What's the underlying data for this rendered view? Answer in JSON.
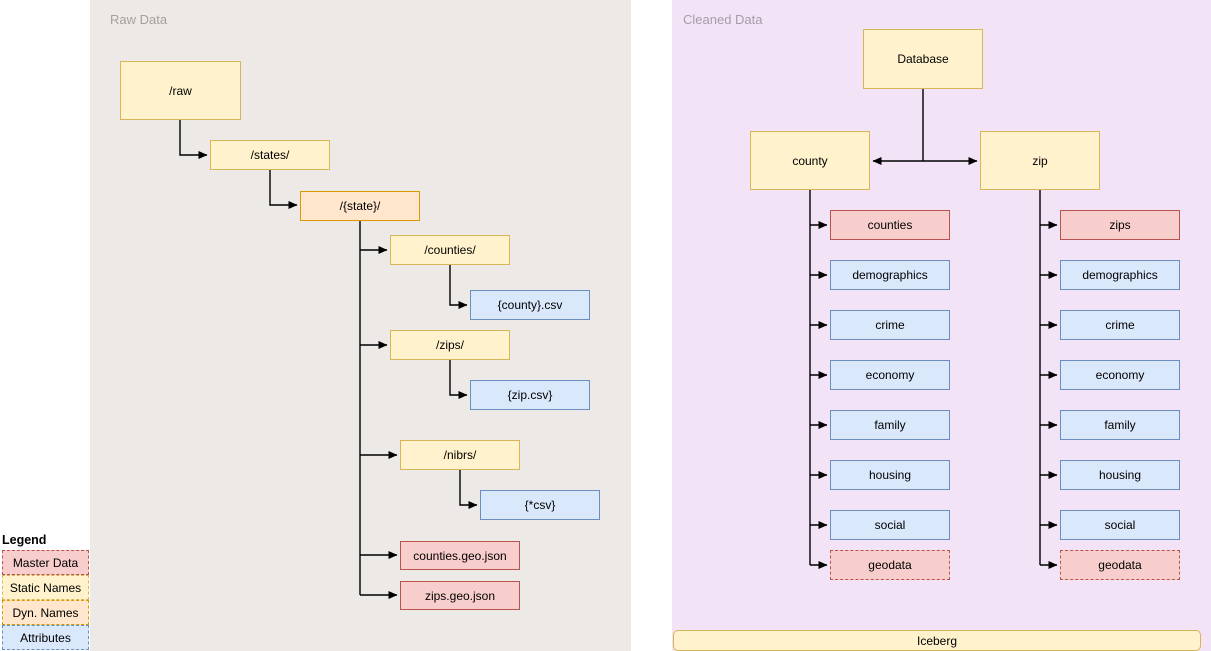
{
  "raw": {
    "title": "Raw Data",
    "nodes": {
      "raw_dir": "/raw",
      "states_dir": "/states/",
      "state_dir": "/{state}/",
      "counties_dir": "/counties/",
      "county_csv": "{county}.csv",
      "zips_dir": "/zips/",
      "zip_csv": "{zip.csv}",
      "nibrs_dir": "/nibrs/",
      "wildcard_csv": "{*csv}",
      "counties_geojson": "counties.geo.json",
      "zips_geojson": "zips.geo.json"
    }
  },
  "cleaned": {
    "title": "Cleaned Data",
    "nodes": {
      "database": "Database",
      "county": "county",
      "zip": "zip",
      "iceberg": "Iceberg"
    },
    "county_tables": [
      "counties",
      "demographics",
      "crime",
      "economy",
      "family",
      "housing",
      "social",
      "geodata"
    ],
    "zip_tables": [
      "zips",
      "demographics",
      "crime",
      "economy",
      "family",
      "housing",
      "social",
      "geodata"
    ]
  },
  "legend": {
    "title": "Legend",
    "items": [
      {
        "label": "Master Data",
        "fill": "#F8CECC",
        "stroke": "#B85450"
      },
      {
        "label": "Static Names",
        "fill": "#FFF2CC",
        "stroke": "#D6B656"
      },
      {
        "label": "Dyn. Names",
        "fill": "#FFE6CC",
        "stroke": "#D79B00"
      },
      {
        "label": "Attributes",
        "fill": "#DAE8FC",
        "stroke": "#6C8EBF"
      }
    ]
  },
  "colors": {
    "raw_panel_bg": "#EDE9E6",
    "cleaned_panel_bg": "#F2E4F6",
    "edge": "#000000"
  }
}
